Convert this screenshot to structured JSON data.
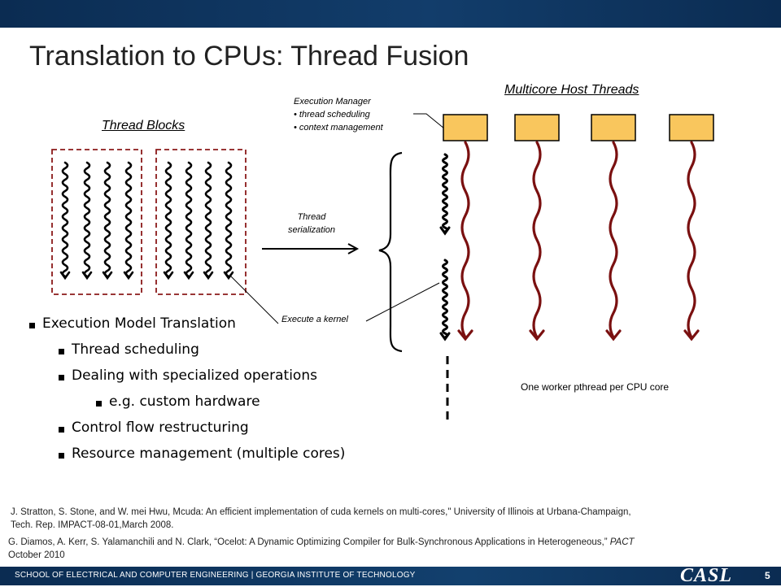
{
  "slide": {
    "title": "Translation to CPUs: Thread Fusion",
    "page_number": "5"
  },
  "diagram": {
    "thread_blocks_label": "Thread Blocks",
    "multicore_label": "Multicore Host Threads",
    "exec_manager": {
      "title": "Execution Manager",
      "item1": "• thread scheduling",
      "item2": "• context management"
    },
    "thread_serialization_1": "Thread",
    "thread_serialization_2": "serialization",
    "execute_kernel": "Execute a kernel",
    "worker_note": "One worker pthread per CPU core"
  },
  "bullets": [
    {
      "text": "Execution Model Translation"
    },
    {
      "text": "Thread scheduling"
    },
    {
      "text": "Dealing with specialized operations"
    },
    {
      "text": "e.g. custom hardware"
    },
    {
      "text": "Control flow restructuring"
    },
    {
      "text": "Resource management (multiple cores)"
    }
  ],
  "references": {
    "ref1_line1": "J. Stratton, S. Stone, and W. mei Hwu, Mcuda: An efficient implementation of cuda kernels on multi-cores,\" University of Illinois at Urbana-Champaign,",
    "ref1_line2": "Tech. Rep. IMPACT-08-01,March  2008.",
    "ref2_line1_a": "G. Diamos, A. Kerr, S. Yalamanchili and N. Clark, “Ocelot: A Dynamic Optimizing Compiler for Bulk-Synchronous Applications in Heterogeneous,” ",
    "ref2_line1_b": "PACT",
    "ref2_line2": "October 2010"
  },
  "footer": {
    "text": "SCHOOL OF ELECTRICAL AND COMPUTER ENGINEERING | GEORGIA INSTITUTE OF TECHNOLOGY",
    "logo": "CASL"
  },
  "colors": {
    "header_bar": "#0b2c52",
    "box_fill": "#f9c65d",
    "thread_red": "#7a1010",
    "block_border": "#8b1a1a"
  }
}
